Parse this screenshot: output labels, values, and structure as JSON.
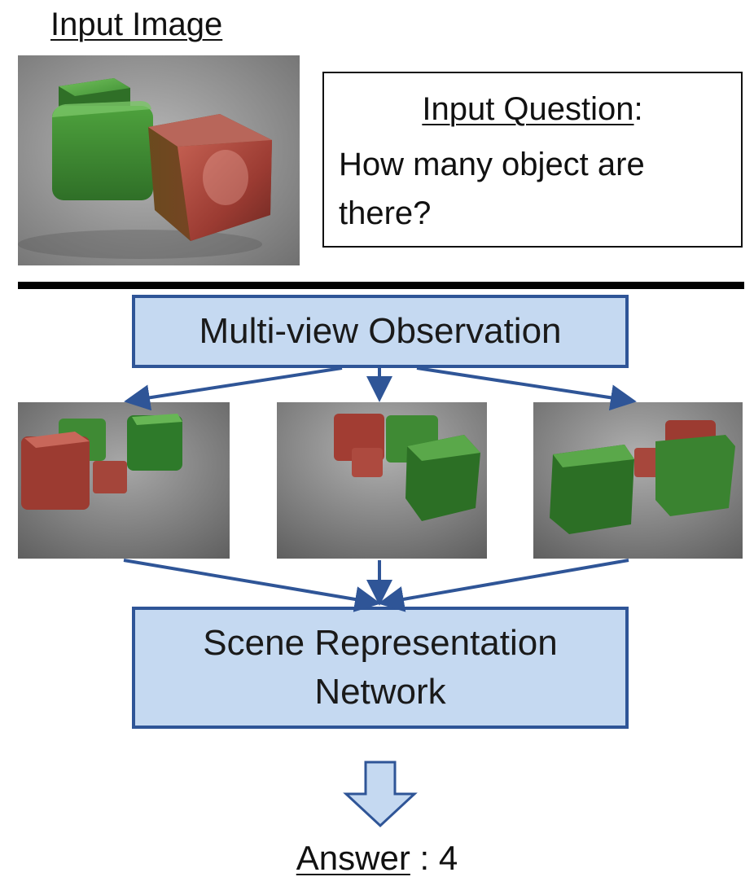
{
  "input_image": {
    "title": "Input Image"
  },
  "question": {
    "heading": "Input Question",
    "heading_suffix": ":",
    "text": "How many object are there?"
  },
  "flow": {
    "observation_label": "Multi-view Observation",
    "network_label_line1": "Scene Representation",
    "network_label_line2": "Network"
  },
  "answer": {
    "label": "Answer",
    "separator": " : ",
    "value": "4"
  },
  "colors": {
    "box_fill": "#c5d9f1",
    "box_border": "#2f5597",
    "arrow": "#2f5597",
    "cube_green": "#3a8a2c",
    "cube_red": "#b04a3e"
  }
}
